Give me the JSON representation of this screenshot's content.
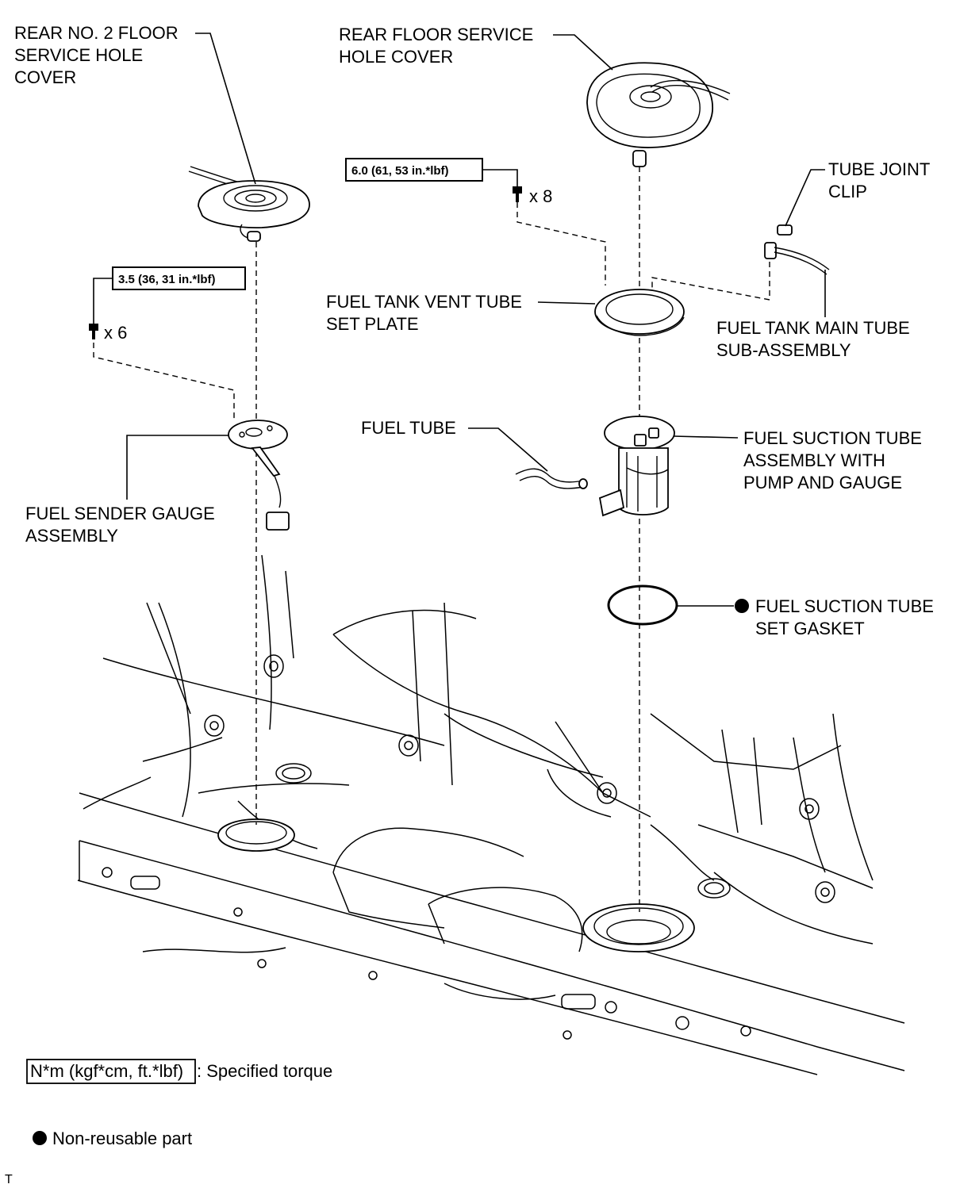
{
  "labels": {
    "rear_no2_cover": [
      "REAR NO. 2 FLOOR",
      "SERVICE HOLE",
      "COVER"
    ],
    "rear_floor_cover": [
      "REAR FLOOR SERVICE",
      "HOLE COVER"
    ],
    "tube_joint_clip": [
      "TUBE JOINT",
      "CLIP"
    ],
    "vent_tube_plate": [
      "FUEL TANK VENT TUBE",
      "SET PLATE"
    ],
    "main_tube": [
      "FUEL TANK MAIN TUBE",
      "SUB-ASSEMBLY"
    ],
    "fuel_tube": [
      "FUEL TUBE"
    ],
    "suction_tube_assy": [
      "FUEL SUCTION TUBE",
      "ASSEMBLY WITH",
      "PUMP AND GAUGE"
    ],
    "sender_gauge": [
      "FUEL SENDER GAUGE",
      "ASSEMBLY"
    ],
    "gasket": [
      "FUEL SUCTION TUBE",
      "SET GASKET"
    ]
  },
  "torque": {
    "left": "3.5 (36, 31 in.*lbf)",
    "right": "6.0 (61, 53 in.*lbf)"
  },
  "quantities": {
    "left_bolts": "x 6",
    "right_bolts": "x 8"
  },
  "legend": {
    "torque_box": "N*m (kgf*cm, ft.*lbf)",
    "torque_text": ": Specified torque",
    "nonreusable": "Non-reusable part"
  },
  "footer_mark": "T"
}
